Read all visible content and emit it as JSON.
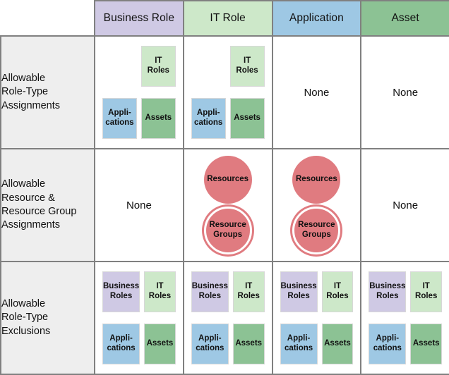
{
  "diagram": {
    "title_row_header_blank": "",
    "columns": [
      {
        "id": "business-role",
        "label": "Business Role",
        "color": "#cfc9e4"
      },
      {
        "id": "it-role",
        "label": "IT Role",
        "color": "#cde8c9"
      },
      {
        "id": "application",
        "label": "Application",
        "color": "#9ec8e4"
      },
      {
        "id": "asset",
        "label": "Asset",
        "color": "#8cc294"
      }
    ],
    "rows": [
      {
        "id": "allowable-role-type-assignments",
        "label_lines": [
          "Allowable",
          "Role-Type",
          "Assignments"
        ],
        "cells": [
          {
            "column": "business-role",
            "kind": "chips",
            "chips": [
              {
                "slot": "top-left",
                "label": "",
                "kind": "empty"
              },
              {
                "slot": "top-right",
                "label": "IT\nRoles",
                "kind": "itrole"
              },
              {
                "slot": "bottom-left",
                "label": "Appli-\ncations",
                "kind": "app"
              },
              {
                "slot": "bottom-right",
                "label": "Assets",
                "kind": "asset"
              }
            ]
          },
          {
            "column": "it-role",
            "kind": "chips",
            "chips": [
              {
                "slot": "top-left",
                "label": "",
                "kind": "empty"
              },
              {
                "slot": "top-right",
                "label": "IT\nRoles",
                "kind": "itrole"
              },
              {
                "slot": "bottom-left",
                "label": "Appli-\ncations",
                "kind": "app"
              },
              {
                "slot": "bottom-right",
                "label": "Assets",
                "kind": "asset"
              }
            ]
          },
          {
            "column": "application",
            "kind": "none",
            "text": "None"
          },
          {
            "column": "asset",
            "kind": "none",
            "text": "None"
          }
        ]
      },
      {
        "id": "allowable-resource-and-resource-group-assignments",
        "label_lines": [
          "Allowable",
          "Resource &",
          "Resource Group",
          "Assignments"
        ],
        "cells": [
          {
            "column": "business-role",
            "kind": "none",
            "text": "None"
          },
          {
            "column": "it-role",
            "kind": "circles",
            "circles": [
              {
                "label": "Resources",
                "style": "solid",
                "color": "#e07b80"
              },
              {
                "label": "Resource\nGroups",
                "style": "ring",
                "color": "#e07b80"
              }
            ]
          },
          {
            "column": "application",
            "kind": "circles",
            "circles": [
              {
                "label": "Resources",
                "style": "solid",
                "color": "#e07b80"
              },
              {
                "label": "Resource\nGroups",
                "style": "ring",
                "color": "#e07b80"
              }
            ]
          },
          {
            "column": "asset",
            "kind": "none",
            "text": "None"
          }
        ]
      },
      {
        "id": "allowable-role-type-exclusions",
        "label_lines": [
          "Allowable",
          "Role-Type",
          "Exclusions"
        ],
        "cells": [
          {
            "column": "business-role",
            "kind": "chips",
            "chips": [
              {
                "slot": "top-left",
                "label": "Business\nRoles",
                "kind": "business"
              },
              {
                "slot": "top-right",
                "label": "IT\nRoles",
                "kind": "itrole"
              },
              {
                "slot": "bottom-left",
                "label": "Appli-\ncations",
                "kind": "app"
              },
              {
                "slot": "bottom-right",
                "label": "Assets",
                "kind": "asset"
              }
            ]
          },
          {
            "column": "it-role",
            "kind": "chips",
            "chips": [
              {
                "slot": "top-left",
                "label": "Business\nRoles",
                "kind": "business"
              },
              {
                "slot": "top-right",
                "label": "IT\nRoles",
                "kind": "itrole"
              },
              {
                "slot": "bottom-left",
                "label": "Appli-\ncations",
                "kind": "app"
              },
              {
                "slot": "bottom-right",
                "label": "Assets",
                "kind": "asset"
              }
            ]
          },
          {
            "column": "application",
            "kind": "chips",
            "chips": [
              {
                "slot": "top-left",
                "label": "Business\nRoles",
                "kind": "business"
              },
              {
                "slot": "top-right",
                "label": "IT\nRoles",
                "kind": "itrole"
              },
              {
                "slot": "bottom-left",
                "label": "Appli-\ncations",
                "kind": "app"
              },
              {
                "slot": "bottom-right",
                "label": "Assets",
                "kind": "asset"
              }
            ]
          },
          {
            "column": "asset",
            "kind": "chips",
            "chips": [
              {
                "slot": "top-left",
                "label": "Business\nRoles",
                "kind": "business"
              },
              {
                "slot": "top-right",
                "label": "IT\nRoles",
                "kind": "itrole"
              },
              {
                "slot": "bottom-left",
                "label": "Appli-\ncations",
                "kind": "app"
              },
              {
                "slot": "bottom-right",
                "label": "Assets",
                "kind": "asset"
              }
            ]
          }
        ]
      }
    ]
  }
}
